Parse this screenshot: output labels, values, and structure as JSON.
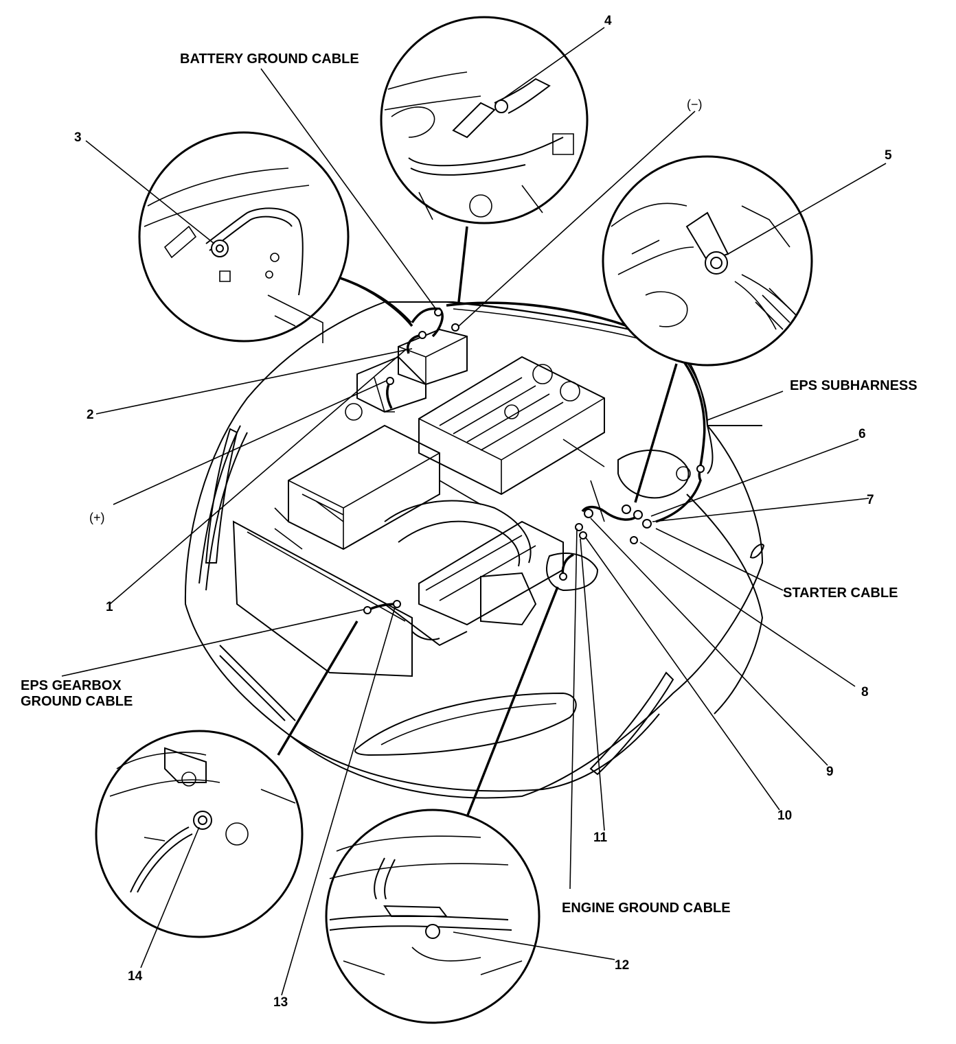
{
  "labels": {
    "battery_ground_cable": "BATTERY GROUND CABLE",
    "negative_terminal": "(−)",
    "positive_terminal": "(+)",
    "eps_subharness": "EPS SUBHARNESS",
    "starter_cable": "STARTER CABLE",
    "eps_gearbox_ground_cable_line1": "EPS GEARBOX",
    "eps_gearbox_ground_cable_line2": "GROUND CABLE",
    "engine_ground_cable": "ENGINE GROUND CABLE"
  },
  "callouts": [
    "1",
    "2",
    "3",
    "4",
    "5",
    "6",
    "7",
    "8",
    "9",
    "10",
    "11",
    "12",
    "13",
    "14"
  ]
}
